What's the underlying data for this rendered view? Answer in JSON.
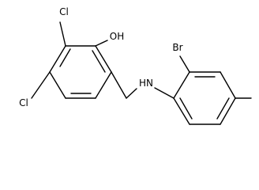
{
  "molecule": {
    "labels": {
      "hydroxyl": "OH",
      "chlorine_top": "Cl",
      "chlorine_left": "Cl",
      "amine": "HN",
      "bromine": "Br"
    }
  }
}
